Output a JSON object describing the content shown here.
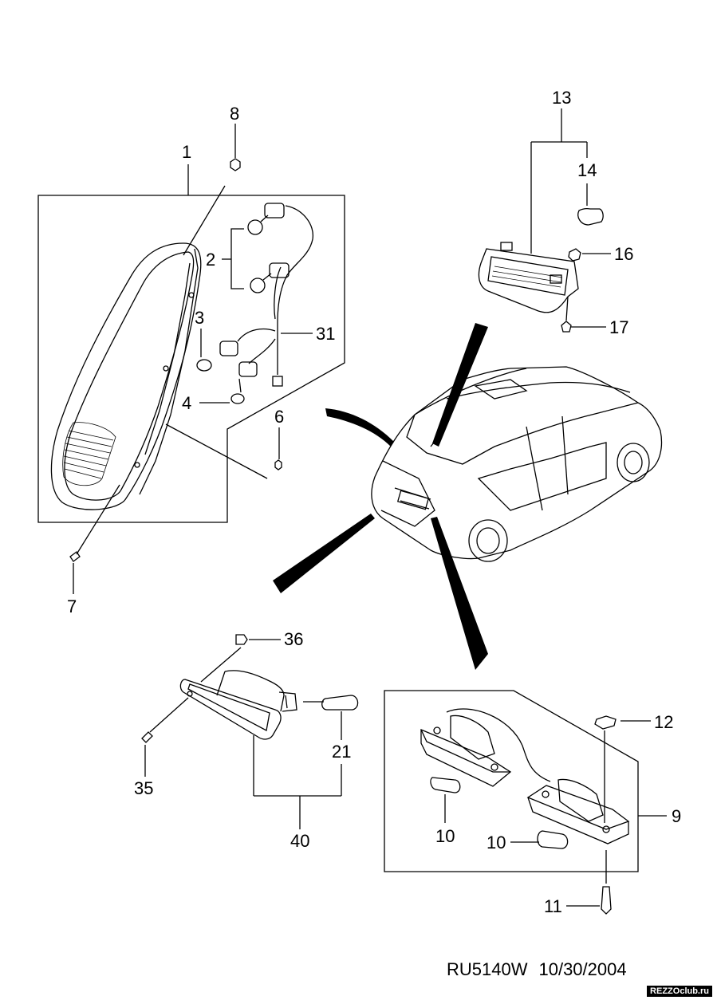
{
  "callouts": {
    "c1": "1",
    "c2": "2",
    "c3": "3",
    "c4": "4",
    "c6": "6",
    "c7": "7",
    "c8": "8",
    "c31": "31",
    "c13": "13",
    "c14": "14",
    "c16": "16",
    "c17": "17",
    "c36": "36",
    "c35": "35",
    "c21": "21",
    "c40": "40",
    "c12": "12",
    "c9": "9",
    "c10a": "10",
    "c10b": "10",
    "c11": "11"
  },
  "footer": {
    "code": "RU5140W",
    "date": "10/30/2004"
  },
  "watermark": "REZZOclub.ru"
}
